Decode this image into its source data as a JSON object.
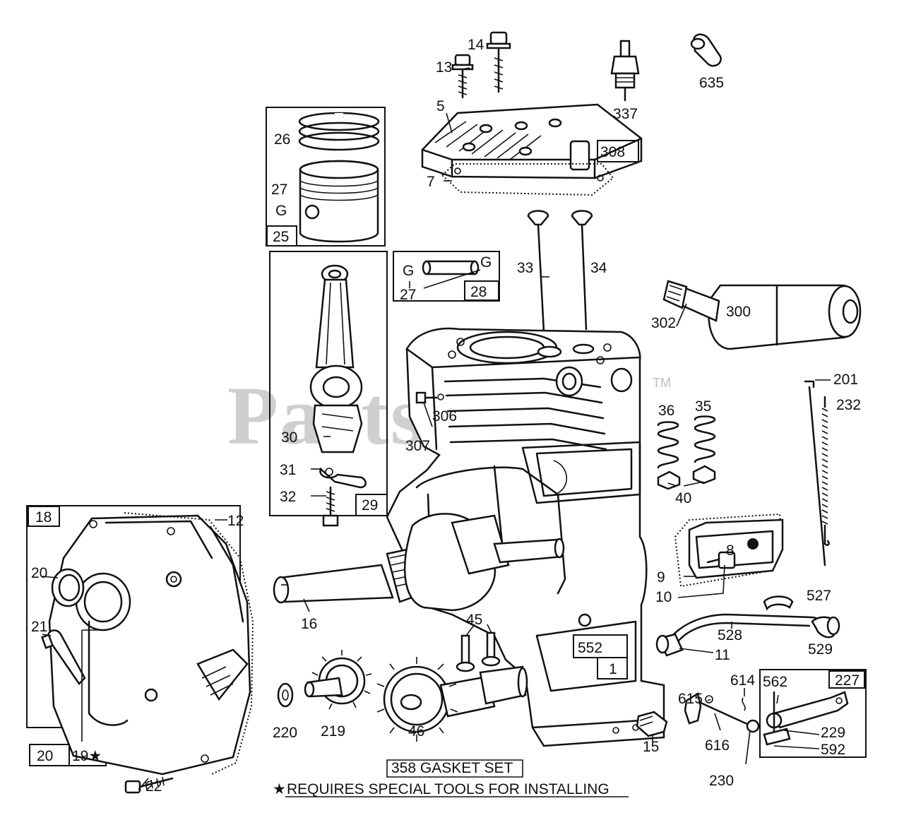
{
  "watermark": {
    "brand": "PartsTree",
    "tm": "TM"
  },
  "footer": {
    "gasket_set": "358 GASKET SET",
    "note": "REQUIRES SPECIAL TOOLS FOR INSTALLING",
    "star": "★"
  },
  "callouts": {
    "p13": "13",
    "p14": "14",
    "p5": "5",
    "p308": "308",
    "p7": "7",
    "p337": "337",
    "p635": "635",
    "p26": "26",
    "p27a": "27",
    "p27g": "G",
    "p25": "25",
    "p28g1": "G",
    "p28g2": "G",
    "p27b": "27",
    "p28": "28",
    "p33": "33",
    "p34": "34",
    "p302": "302",
    "p300": "300",
    "p30": "30",
    "p31": "31",
    "p32": "32",
    "p29": "29",
    "p306": "306",
    "p307": "307",
    "p36": "36",
    "p35": "35",
    "p40": "40",
    "p201": "201",
    "p232": "232",
    "p18": "18",
    "p12": "12",
    "p20a": "20",
    "p21": "21",
    "p20b": "20",
    "p19": "19★",
    "p22": "22",
    "p16": "16",
    "p8": "8",
    "p9": "9",
    "p10": "10",
    "p527": "527",
    "p528": "528",
    "p529": "529",
    "p11": "11",
    "p45": "45",
    "p552": "552",
    "p1": "1",
    "p220": "220",
    "p219": "219",
    "p46": "46",
    "p15": "15",
    "p615": "615",
    "p614": "614",
    "p562": "562",
    "p227": "227",
    "p229": "229",
    "p592": "592",
    "p616": "616",
    "p230": "230"
  }
}
